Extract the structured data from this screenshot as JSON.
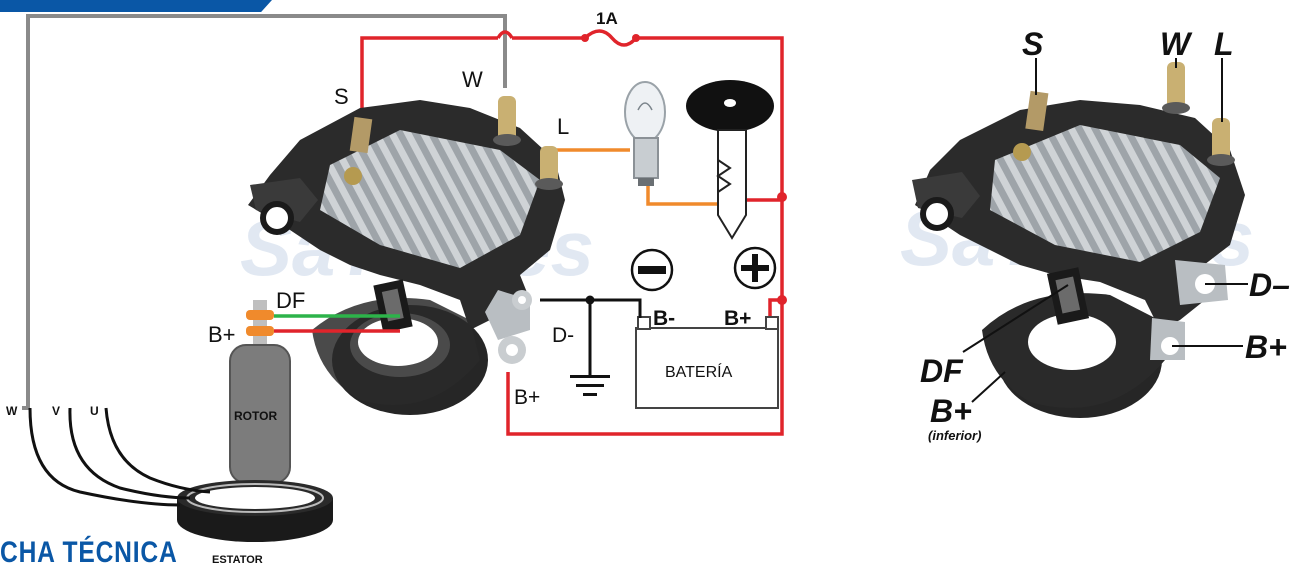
{
  "colors": {
    "accent": "#0a57a6",
    "wire_red": "#e0242b",
    "wire_gray": "#8a8a8a",
    "wire_orange": "#f08a2c",
    "wire_green": "#2db34a",
    "wire_black": "#111111",
    "regulator_body": "#2b2b2b",
    "heatsink": "#a9afb4",
    "rotor": "#7c7c7c",
    "watermark": "#c9d6e8"
  },
  "left_diagram": {
    "fuse_label": "1A",
    "terminal_S": "S",
    "terminal_W": "W",
    "terminal_L": "L",
    "terminal_DF": "DF",
    "terminal_Bplus_rotor": "B+",
    "terminal_Dminus": "D-",
    "terminal_Bplus_bottom": "B+",
    "battery_neg": "B-",
    "battery_pos": "B+",
    "battery_label": "BATERÍA",
    "rotor_label": "ROTOR",
    "stator_label": "ESTATOR",
    "phase_W": "W",
    "phase_V": "V",
    "phase_U": "U"
  },
  "right_diagram": {
    "S": "S",
    "W": "W",
    "L": "L",
    "D_minus": "D–",
    "B_plus": "B+",
    "DF": "DF",
    "B_plus_lower": "B+",
    "inferior": "(inferior)"
  },
  "footer": {
    "title": "CHA TÉCNICA"
  }
}
